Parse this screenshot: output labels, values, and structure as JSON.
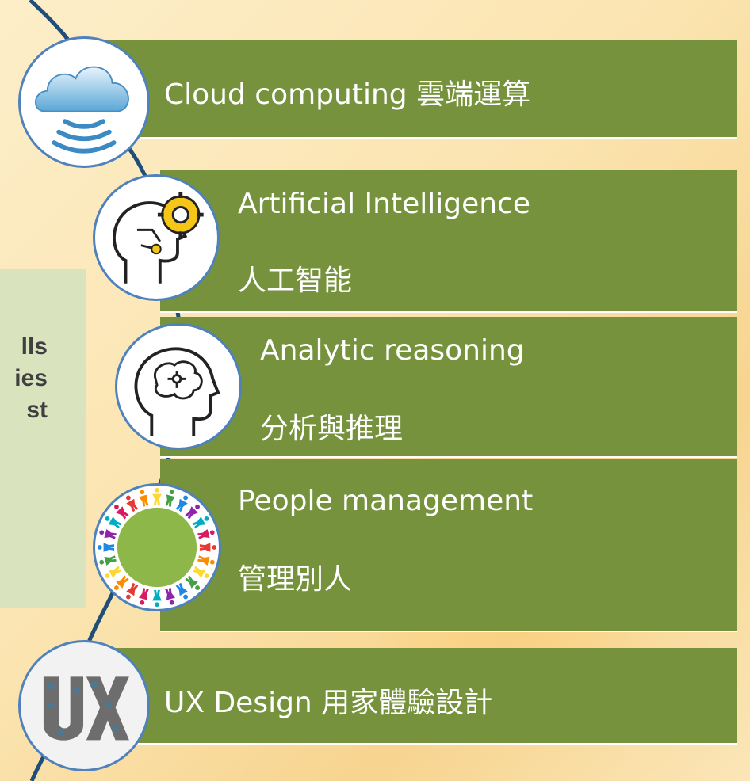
{
  "side_panel": {
    "text_lines": [
      "lls",
      "ies",
      "st"
    ]
  },
  "items": [
    {
      "icon": "cloud-icon",
      "label_en": "Cloud computing",
      "label_zh": "雲端運算"
    },
    {
      "icon": "ai-head-gear-icon",
      "label_en": "Artificial Intelligence",
      "label_zh": "人工智能"
    },
    {
      "icon": "brain-head-icon",
      "label_en": "Analytic reasoning",
      "label_zh": "分析與推理"
    },
    {
      "icon": "people-circle-icon",
      "label_en": "People management",
      "label_zh": "管理別人"
    },
    {
      "icon": "ux-letters-icon",
      "label_en": "UX Design",
      "label_zh": "用家體驗設計"
    }
  ],
  "colors": {
    "card": "#76923c",
    "card_text": "#ffffff",
    "spine": "#1f4e79",
    "circle_border": "#4f81bd",
    "side_panel": "#d9e3be",
    "people_fill": "#8db748"
  }
}
